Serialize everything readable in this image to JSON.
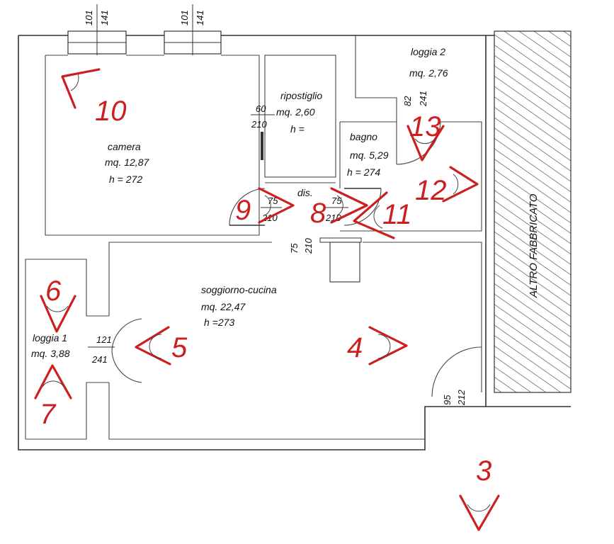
{
  "rooms": {
    "camera": {
      "name": "camera",
      "area": "mq. 12,87",
      "height": "h = 272"
    },
    "ripostiglio": {
      "name": "ripostiglio",
      "area": "mq. 2,60",
      "height": "h ="
    },
    "loggia2": {
      "name": "loggia 2",
      "area": "mq. 2,76"
    },
    "bagno": {
      "name": "bagno",
      "area": "mq. 5,29",
      "height": "h = 274"
    },
    "dis": {
      "name": "dis."
    },
    "soggiorno": {
      "name": "soggiorno-cucina",
      "area": "mq. 22,47",
      "height": "h =273"
    },
    "loggia1": {
      "name": "loggia 1",
      "area": "mq. 3,88"
    }
  },
  "adjacent_building": "ALTRO FABBRICATO",
  "openings": {
    "window1": {
      "w": "101",
      "h": "141"
    },
    "window2": {
      "w": "101",
      "h": "141"
    },
    "rip_door": {
      "w": "60",
      "h": "210"
    },
    "loggia2_door": {
      "w": "82",
      "h": "241"
    },
    "door9": {
      "w": "75",
      "h": "210"
    },
    "door8": {
      "w": "75",
      "h": "210"
    },
    "dis_door": {
      "w": "75",
      "h": "210"
    },
    "loggia1_door": {
      "w": "121",
      "h": "241"
    },
    "entry_door": {
      "w": "95",
      "h": "212"
    }
  },
  "photo_markers": [
    "3",
    "4",
    "5",
    "6",
    "7",
    "8",
    "9",
    "10",
    "11",
    "12",
    "13"
  ],
  "colors": {
    "marker": "#cc1f1f",
    "wall": "#333333",
    "hatch": "#555555"
  }
}
